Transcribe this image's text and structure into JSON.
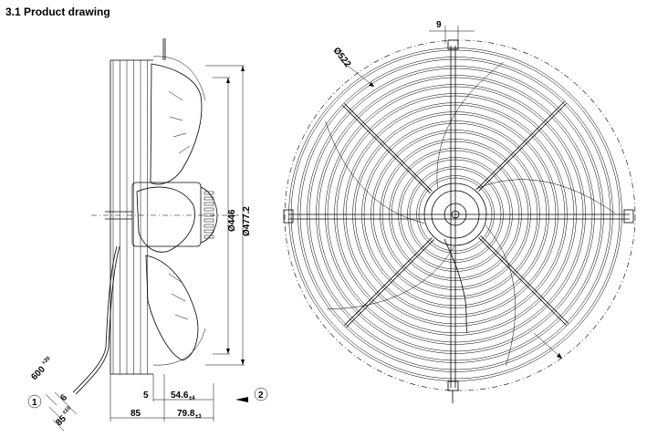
{
  "heading": "3.1 Product drawing",
  "side_view": {
    "dim_diameter_inner": "Ø446",
    "dim_diameter_outer": "Ø477.2",
    "dim_5": "5",
    "dim_54_6": "54.6",
    "dim_54_6_tol": "±4",
    "dim_85": "85",
    "dim_79_8": "79.8",
    "dim_79_8_tol": "±3",
    "dim_6": "6",
    "dim_85_10": "85",
    "dim_85_10_tol": "±10",
    "cable_length": "600",
    "cable_length_tol": "+20",
    "callout_1": "1",
    "callout_2": "2"
  },
  "front_view": {
    "dim_9": "9",
    "dim_522": "Ø522"
  }
}
